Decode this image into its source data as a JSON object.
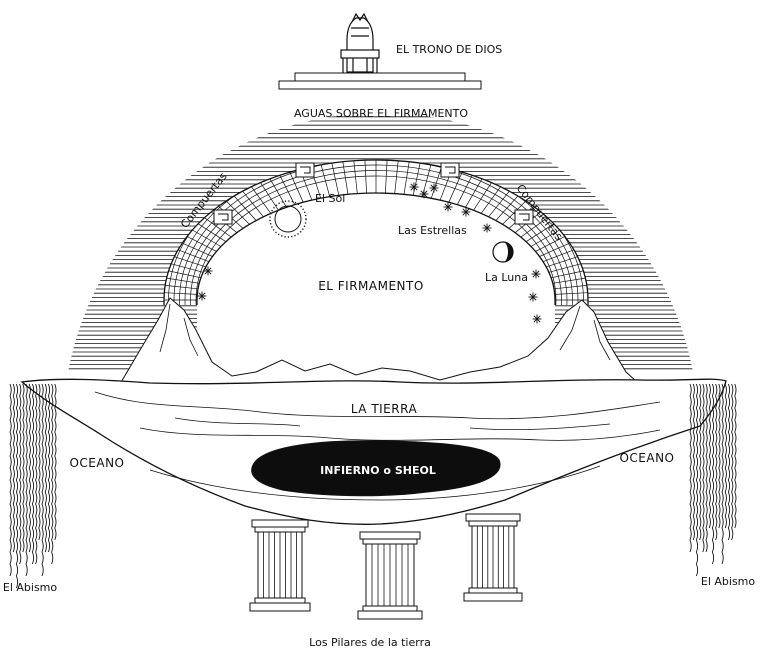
{
  "colors": {
    "ink": "#111111",
    "paper": "#ffffff",
    "dark": "#0d0d0d"
  },
  "labels": {
    "throne": "EL TRONO DE DIOS",
    "waters_above": "AGUAS SOBRE EL FIRMAMENTO",
    "floodgates_left": "Compuertas",
    "floodgates_right": "Compuertas",
    "sun": "El Sol",
    "stars": "Las Estrellas",
    "moon": "La Luna",
    "firmament": "EL FIRMAMENTO",
    "earth": "LA TIERRA",
    "ocean_left": "OCEANO",
    "ocean_right": "OCEANO",
    "hell": "INFIERNO o SHEOL",
    "abyss_left": "El Abismo",
    "abyss_right": "El Abismo",
    "pillars": "Los Pilares de la tierra"
  },
  "icons": {
    "throne": "throne-icon",
    "sun": "sun-icon",
    "moon": "moon-icon",
    "star": "star-icon",
    "pillar": "pillar-icon"
  }
}
